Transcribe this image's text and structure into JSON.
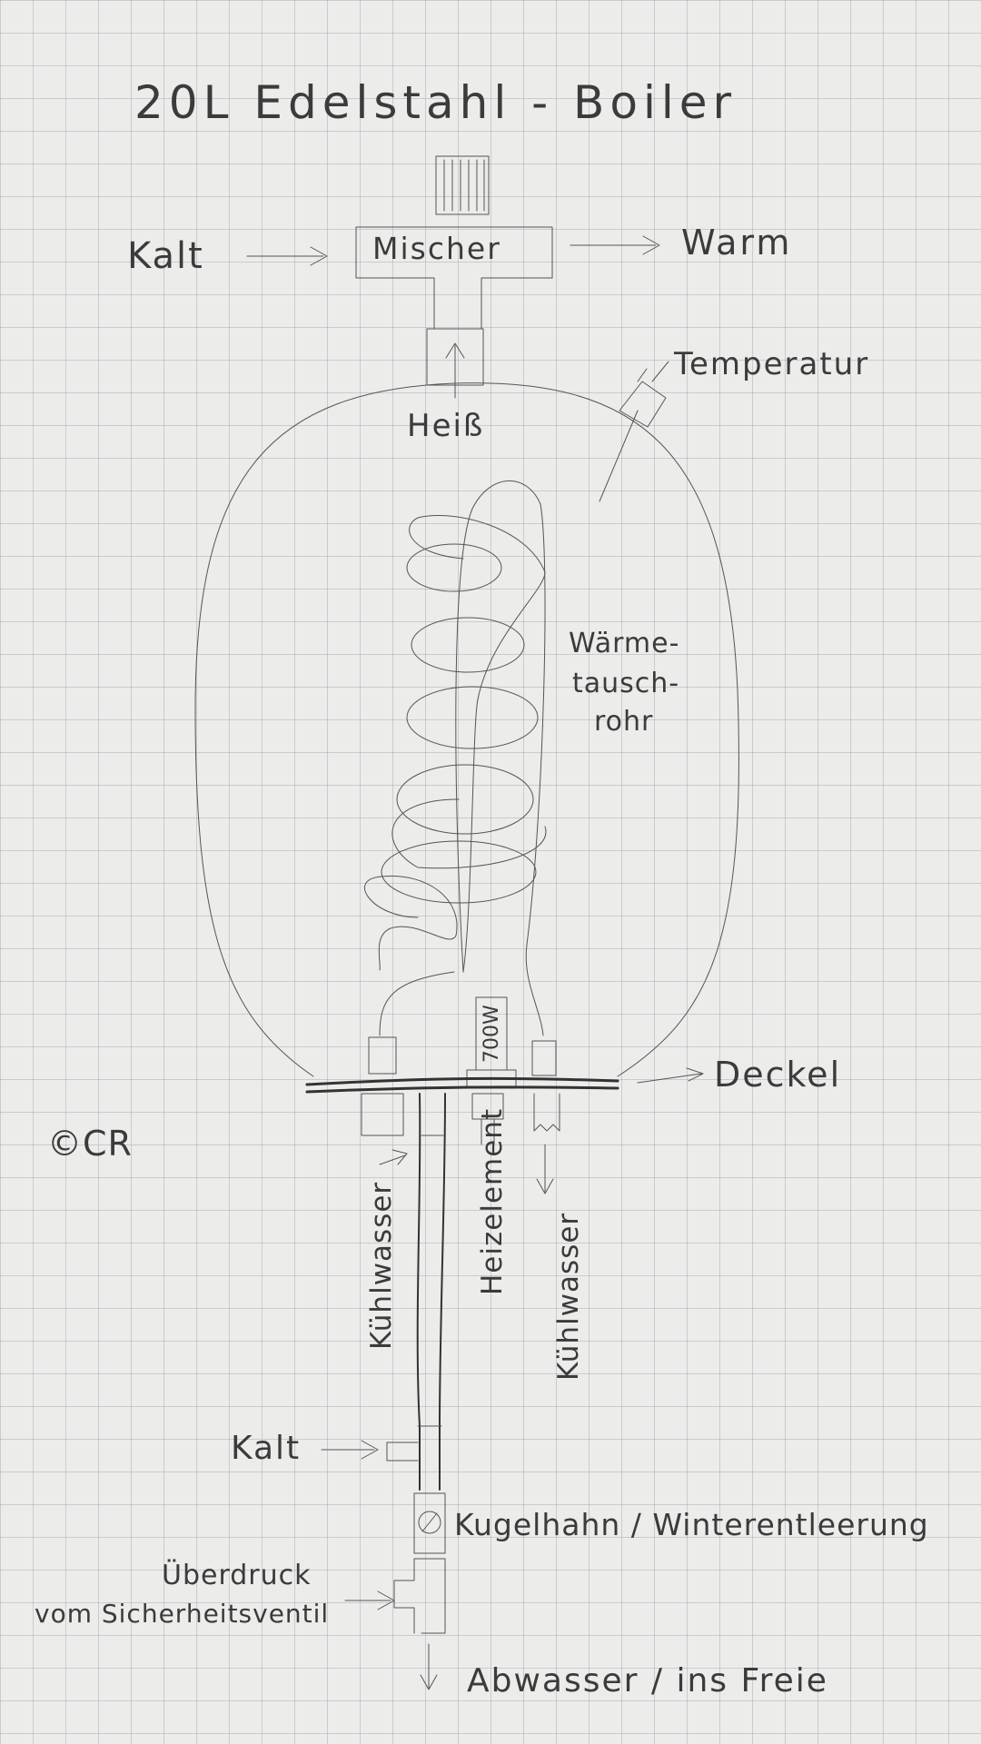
{
  "title": "20L Edelstahl - Boiler",
  "labels": {
    "mixer": "Mischer",
    "cold_in_top": "Kalt",
    "warm_out": "Warm",
    "hot": "Heiß",
    "temperature": "Temperatur",
    "heat_exchanger_line1": "Wärme-",
    "heat_exchanger_line2": "tausch-",
    "heat_exchanger_line3": "rohr",
    "element_power": "700W",
    "lid": "Deckel",
    "copyright": "©CR",
    "coolant_left": "Kühlwasser",
    "heating_element": "Heizelement",
    "coolant_right": "Kühlwasser",
    "cold_in_bottom": "Kalt",
    "ball_valve": "Kugelhahn / Winterentleerung",
    "overpressure_line1": "Überdruck",
    "overpressure_line2": "vom Sicherheitsventil",
    "drain": "Abwasser / ins Freie"
  }
}
